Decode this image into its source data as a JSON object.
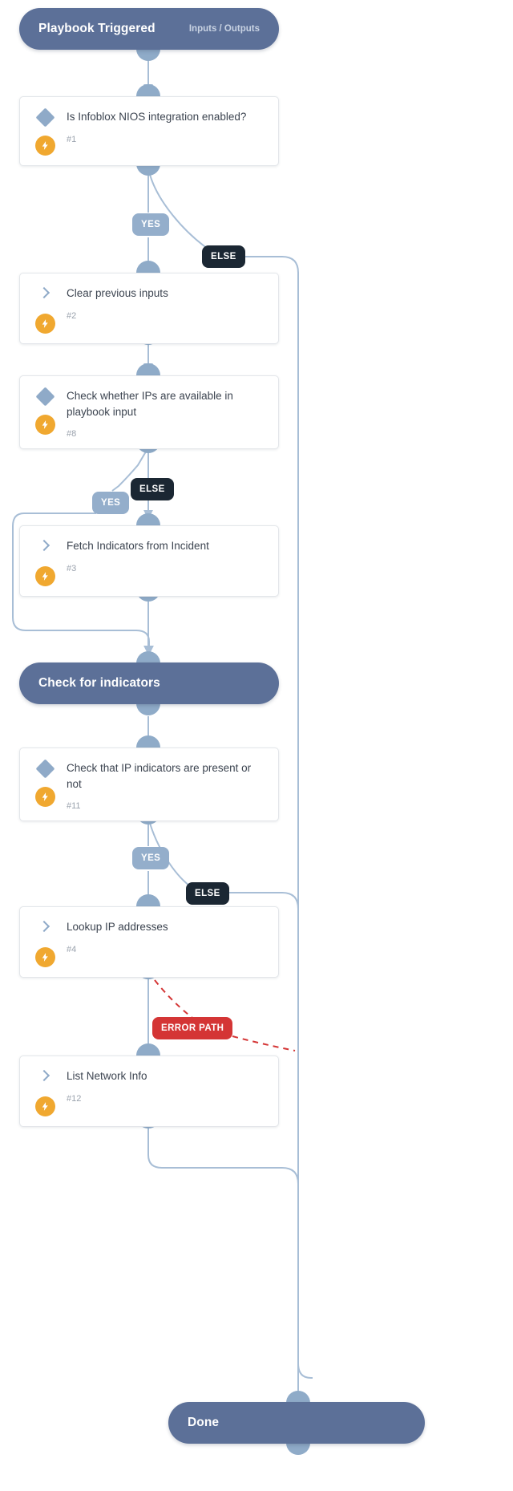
{
  "diagram": {
    "type": "playbook-flowchart",
    "colors": {
      "pill": "#5c7098",
      "card_border": "#e3e6ea",
      "connector": "#a8bed6",
      "badge_yes": "#94aecb",
      "badge_else": "#1b2733",
      "badge_error": "#d43535",
      "bolt": "#f0a830",
      "condition_icon": "#8faac8"
    }
  },
  "start": {
    "title": "Playbook Triggered",
    "subtitle": "Inputs / Outputs"
  },
  "steps": [
    {
      "title": "Is Infoblox NIOS integration enabled?",
      "number": "#1",
      "icon": "diamond-icon",
      "badge": "bolt-icon"
    },
    {
      "title": "Clear previous inputs",
      "number": "#2",
      "icon": "chevron-icon",
      "badge": "bolt-icon"
    },
    {
      "title": "Check whether IPs are available in playbook input",
      "number": "#8",
      "icon": "diamond-icon",
      "badge": "bolt-icon"
    },
    {
      "title": "Fetch Indicators from Incident",
      "number": "#3",
      "icon": "chevron-icon",
      "badge": "bolt-icon"
    },
    {
      "title": "Check that IP indicators are present or not",
      "number": "#11",
      "icon": "diamond-icon",
      "badge": "bolt-icon"
    },
    {
      "title": "Lookup IP addresses",
      "number": "#4",
      "icon": "chevron-icon",
      "badge": "bolt-icon"
    },
    {
      "title": "List Network Info",
      "number": "#12",
      "icon": "chevron-icon",
      "badge": "bolt-icon"
    }
  ],
  "section": {
    "title": "Check for indicators"
  },
  "done": {
    "title": "Done"
  },
  "edge_labels": {
    "yes_1": "YES",
    "else_1": "ELSE",
    "yes_2": "YES",
    "else_2": "ELSE",
    "yes_3": "YES",
    "else_3": "ELSE",
    "error_path": "ERROR PATH"
  }
}
